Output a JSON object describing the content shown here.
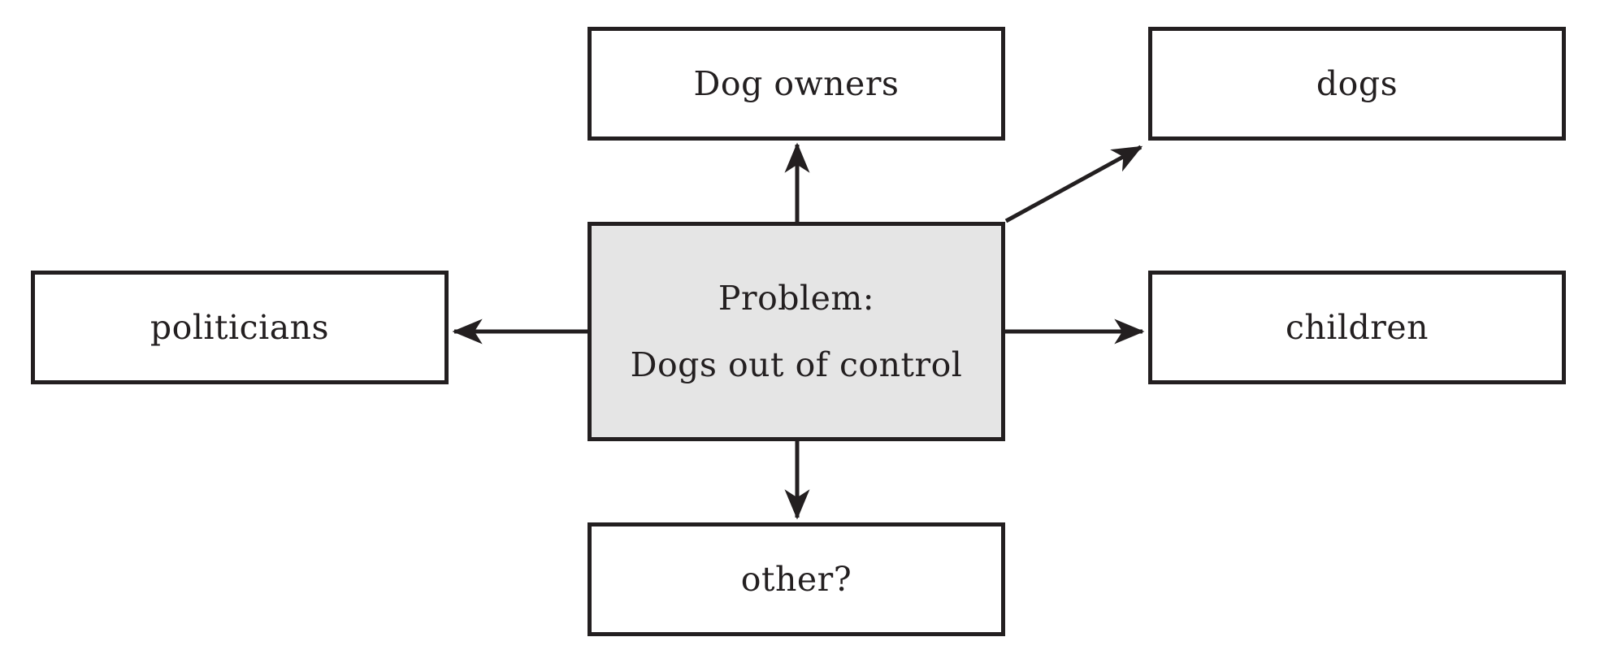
{
  "diagram": {
    "center": {
      "line1": "Problem:",
      "line2": "Dogs out of control"
    },
    "nodes": [
      {
        "id": "dog-owners",
        "label": "Dog owners"
      },
      {
        "id": "dogs",
        "label": "dogs"
      },
      {
        "id": "politicians",
        "label": "politicians"
      },
      {
        "id": "children",
        "label": "children"
      },
      {
        "id": "other",
        "label": "other?"
      }
    ],
    "arrows": [
      {
        "from": "center",
        "to": "dog-owners",
        "direction": "up"
      },
      {
        "from": "center",
        "to": "dogs",
        "direction": "up-right-diagonal"
      },
      {
        "from": "center",
        "to": "politicians",
        "direction": "left"
      },
      {
        "from": "center",
        "to": "children",
        "direction": "right"
      },
      {
        "from": "center",
        "to": "other",
        "direction": "down"
      }
    ],
    "colors": {
      "background": "#ffffff",
      "border": "#231f20",
      "text": "#231f20",
      "center_fill": "#e5e5e5"
    }
  }
}
